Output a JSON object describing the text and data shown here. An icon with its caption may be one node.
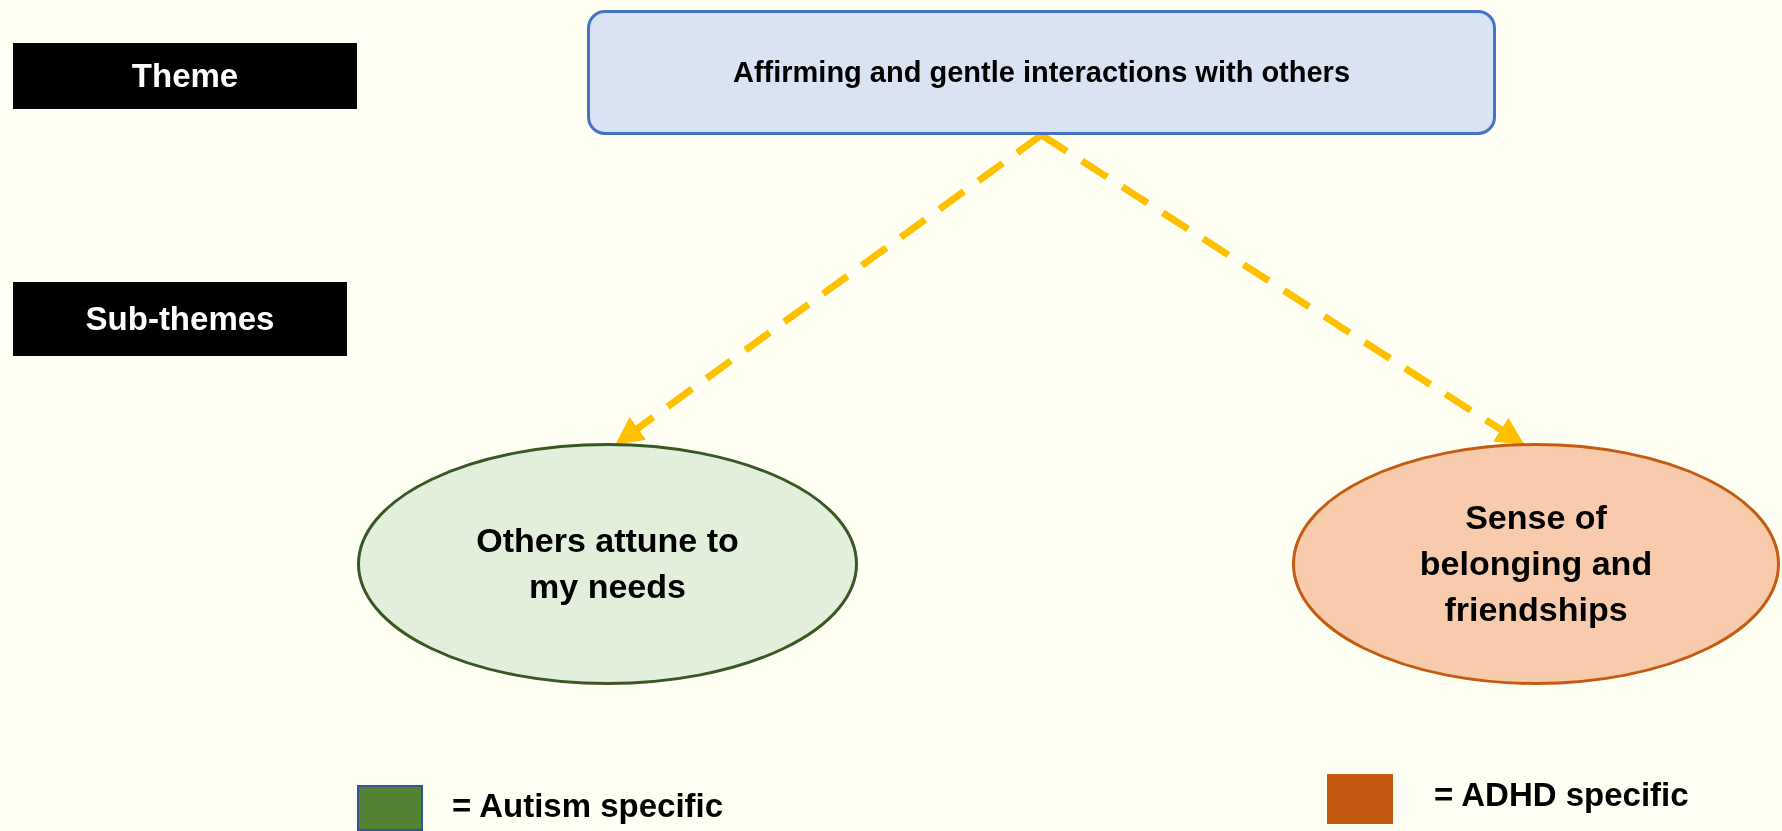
{
  "diagram": {
    "nodes": [
      {
        "text": [
          "Theme"
        ]
      },
      {
        "text": [
          "Affirming and gentle interactions with others"
        ]
      },
      {
        "text": [
          "Sub-themes"
        ]
      },
      {
        "text": [
          "Others attune to my needs"
        ]
      },
      {
        "text": [
          "Sense of belonging and friendships"
        ]
      }
    ],
    "edges": [
      {
        "from": 1,
        "to": 3,
        "arrow": "to",
        "style": "dashed",
        "color": "#ffc000"
      },
      {
        "from": 1,
        "to": 4,
        "arrow": "to",
        "style": "dashed",
        "color": "#ffc000"
      }
    ],
    "legend": [
      {
        "text": "= Autism specific",
        "color": "#548235"
      },
      {
        "text": "= ADHD specific",
        "color": "#c55a11"
      }
    ]
  }
}
